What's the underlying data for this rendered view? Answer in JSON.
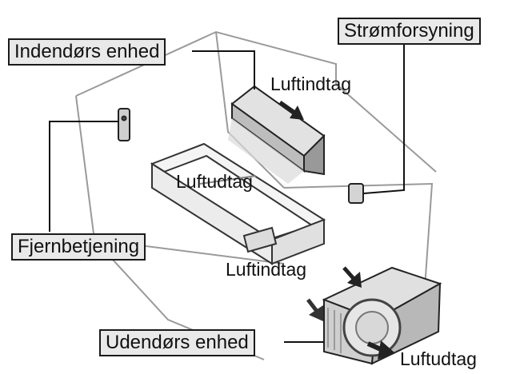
{
  "labels": {
    "indoor_unit": "Indendørs enhed",
    "power_supply": "Strømforsyning",
    "remote_control": "Fjernbetjening",
    "outdoor_unit": "Udendørs enhed",
    "air_intake_indoor": "Luftindtag",
    "air_outlet_indoor": "Luftudtag",
    "air_intake_outdoor": "Luftindtag",
    "air_outlet_outdoor": "Luftudtag"
  },
  "colors": {
    "outline": "#1a1a1a",
    "callout_fill": "#e9e9e9",
    "unit_fill": "#d6d6d6",
    "room_line": "#9a9a9a"
  }
}
